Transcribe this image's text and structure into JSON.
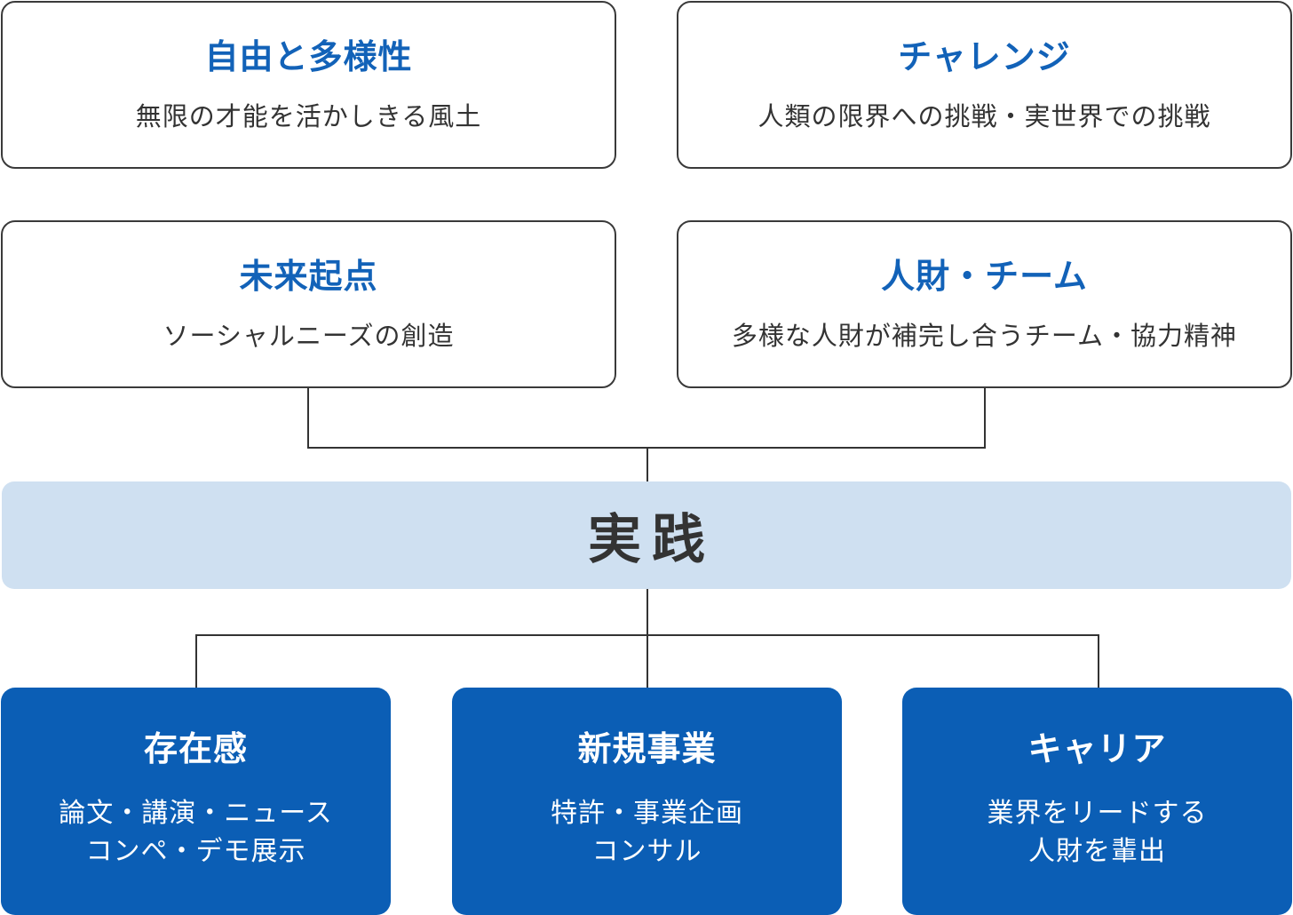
{
  "values": [
    {
      "title": "自由と多様性",
      "desc": "無限の才能を活かしきる風土"
    },
    {
      "title": "チャレンジ",
      "desc": "人類の限界への挑戦・実世界での挑戦"
    },
    {
      "title": "未来起点",
      "desc": "ソーシャルニーズの創造"
    },
    {
      "title": "人財・チーム",
      "desc": "多様な人財が補完し合うチーム・協力精神"
    }
  ],
  "practice": {
    "label": "実践"
  },
  "outcomes": [
    {
      "title": "存在感",
      "lines": [
        "論文・講演・ニュース",
        "コンペ・デモ展示"
      ]
    },
    {
      "title": "新規事業",
      "lines": [
        "特許・事業企画",
        "コンサル"
      ]
    },
    {
      "title": "キャリア",
      "lines": [
        "業界をリードする",
        "人財を輩出"
      ]
    }
  ],
  "colors": {
    "accent_blue": "#1262b8",
    "outcome_fill": "#0b5eb5",
    "practice_fill": "#cfe0f1",
    "border": "#3a3a3a",
    "text_dark": "#333333",
    "connector": "#333333"
  }
}
